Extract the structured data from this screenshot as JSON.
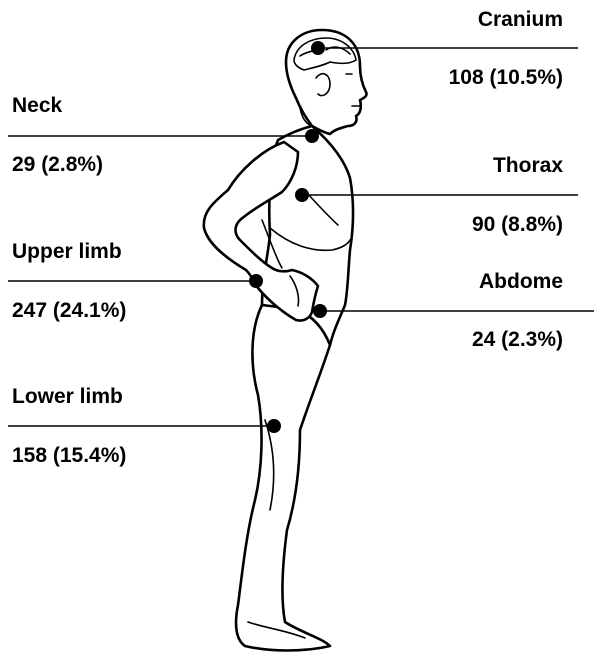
{
  "regions": [
    {
      "name": "Cranium",
      "value": "108 (10.5%)"
    },
    {
      "name": "Neck",
      "value": "29 (2.8%)"
    },
    {
      "name": "Thorax",
      "value": "90 (8.8%)"
    },
    {
      "name": "Upper limb",
      "value": "247 (24.1%)"
    },
    {
      "name": "Abdome",
      "value": "24 (2.3%)"
    },
    {
      "name": "Lower limb",
      "value": "158 (15.4%)"
    }
  ]
}
